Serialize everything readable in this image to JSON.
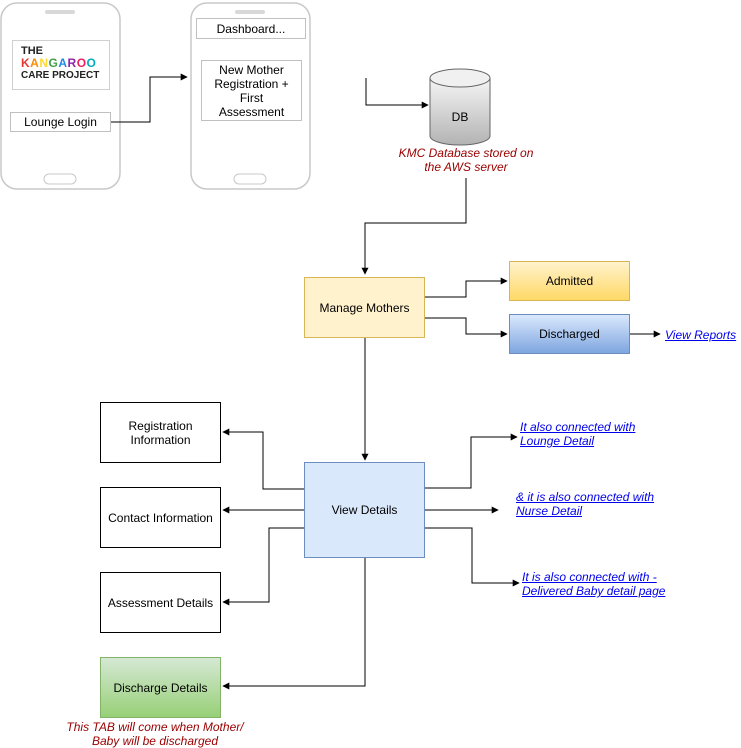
{
  "phone1": {
    "logo": {
      "line1": "THE",
      "line2": "KANGAROO",
      "line3": "CARE PROJECT",
      "colors": [
        "#e53935",
        "#fb8c00",
        "#fdd835",
        "#43a047",
        "#1e88e5",
        "#8e24aa",
        "#e91e63",
        "#00acc1"
      ]
    },
    "login_label": "Lounge Login"
  },
  "phone2": {
    "dashboard_label": "Dashboard...",
    "registration_label": "New Mother Registration + First Assessment"
  },
  "db": {
    "label": "DB",
    "note": "KMC Database stored on the AWS server"
  },
  "nodes": {
    "manage_mothers": "Manage Mothers",
    "admitted": "Admitted",
    "discharged": "Discharged",
    "view_details": "View Details",
    "registration_information": "Registration Information",
    "contact_information": "Contact Information",
    "assessment_details": "Assessment Details",
    "discharge_details": "Discharge Details"
  },
  "links": {
    "view_reports": "View Reports",
    "lounge_detail": "It also connected with Lounge Detail",
    "nurse_detail": "& it is also connected with Nurse Detail",
    "delivered_baby": "It is also connected with - Delivered Baby detail page"
  },
  "notes": {
    "discharge_tab": "This TAB will come when Mother/ Baby will be discharged"
  }
}
